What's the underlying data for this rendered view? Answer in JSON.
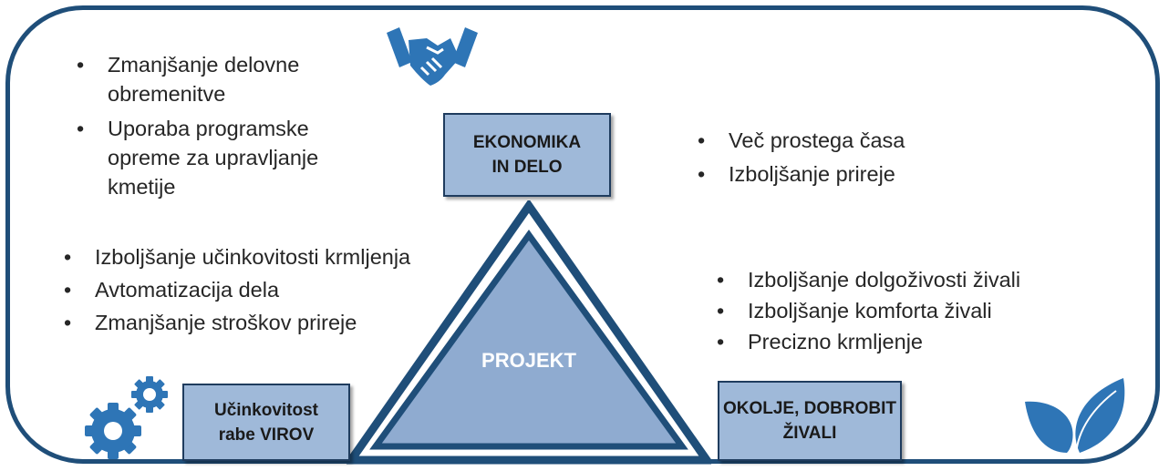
{
  "diagram": {
    "center_label": "PROJEKT",
    "boxes": {
      "economy": "EKONOMIKA\nIN DELO",
      "resources": "Učinkovitost\nrabe VIROV",
      "environment": "OKOLJE, DOBROBIT\nŽIVALI"
    },
    "top_left": [
      "Zmanjšanje delovne obremenitve",
      "Uporaba programske opreme za upravljanje kmetije"
    ],
    "top_right": [
      "Več prostega časa",
      "Izboljšanje prireje"
    ],
    "mid_left": [
      "Izboljšanje učinkovitosti krmljenja",
      "Avtomatizacija dela",
      "Zmanjšanje stroškov prireje"
    ],
    "mid_right": [
      "Izboljšanje dolgoživosti živali",
      "Izboljšanje komforta  živali",
      "Precizno krmljenje"
    ]
  },
  "icons": {
    "handshake": "handshake-icon",
    "gears": "gears-icon",
    "leaf": "leaf-icon"
  },
  "colors": {
    "frame": "#1f4e79",
    "box_fill": "#9fb9d9",
    "triangle_fill": "#8fabd0",
    "triangle_border": "#1f4e79",
    "icon": "#2e75b6"
  }
}
